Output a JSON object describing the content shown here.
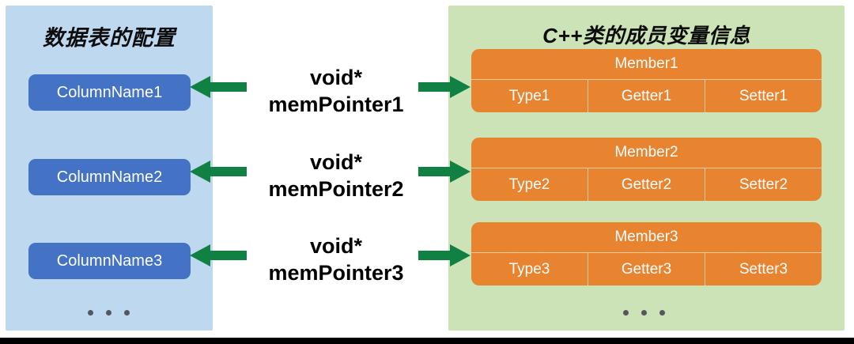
{
  "left_panel": {
    "title": "数据表的配置",
    "background_color": "#bed8ef",
    "boxes": [
      {
        "label": "ColumnName1"
      },
      {
        "label": "ColumnName2"
      },
      {
        "label": "ColumnName3"
      }
    ],
    "ellipsis": "• • •"
  },
  "right_panel": {
    "title": "C++类的成员变量信息",
    "background_color": "#cbe3b6",
    "members": [
      {
        "name": "Member1",
        "type": "Type1",
        "getter": "Getter1",
        "setter": "Setter1"
      },
      {
        "name": "Member2",
        "type": "Type2",
        "getter": "Getter2",
        "setter": "Setter2"
      },
      {
        "name": "Member3",
        "type": "Type3",
        "getter": "Getter3",
        "setter": "Setter3"
      }
    ],
    "ellipsis": "• • •"
  },
  "connectors": [
    {
      "line1": "void*",
      "line2": "memPointer1"
    },
    {
      "line1": "void*",
      "line2": "memPointer2"
    },
    {
      "line1": "void*",
      "line2": "memPointer3"
    }
  ],
  "colors": {
    "column_box": "#4472c4",
    "member_block": "#e8832f",
    "arrow": "#108043",
    "left_panel": "#bed8ef",
    "right_panel": "#cbe3b6",
    "title_text": "#0d0d0d",
    "box_text": "#ffffff",
    "dot": "#55575c"
  }
}
